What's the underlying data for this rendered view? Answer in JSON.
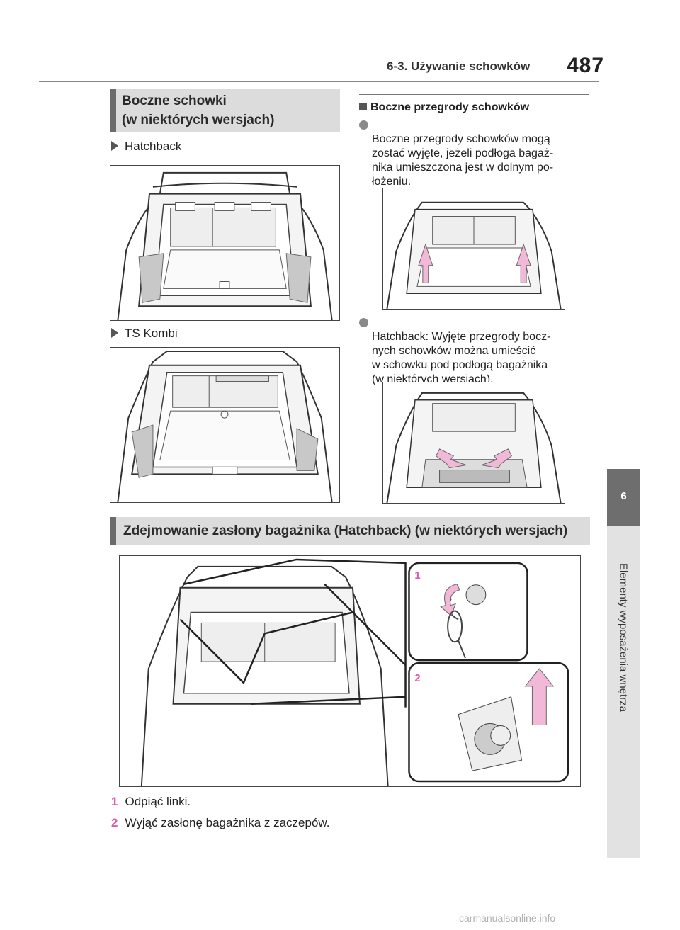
{
  "header": {
    "section": "6-3. Używanie schowków",
    "page_number": "487"
  },
  "side_tab": {
    "chapter_number": "6",
    "chapter_title": "Elementy wyposażenia wnętrza"
  },
  "side_storage": {
    "title": "Boczne schowki\n(w niektórych wersjach)",
    "variant_hatchback": "Hatchback",
    "variant_kombi": "TS Kombi"
  },
  "dividers": {
    "title": "Boczne przegrody schowków",
    "note_1": "Boczne przegrody schowków mogą\nzostać wyjęte, jeżeli podłoga bagaż-\nnika umieszczona jest w dolnym po-\nłożeniu.",
    "note_2": "Hatchback: Wyjęte przegrody bocz-\nnych schowków można umieścić\nw schowku pod podłogą bagażnika\n(w niektórych wersjach)."
  },
  "cover_removal": {
    "title": "Zdejmowanie zasłony bagażnika (Hatchback) (w niektórych wersjach)",
    "callout_1": "1",
    "callout_2": "2",
    "steps": [
      {
        "num": "1",
        "text": "Odpiąć linki."
      },
      {
        "num": "2",
        "text": "Wyjąć zasłonę bagażnika z zaczepów."
      }
    ]
  },
  "colors": {
    "accent_pink": "#e05aa8",
    "arrow_fill": "#f2b8d8",
    "header_gray": "#6b6b6b"
  },
  "footer": {
    "watermark": "carmanualsonline.info"
  }
}
